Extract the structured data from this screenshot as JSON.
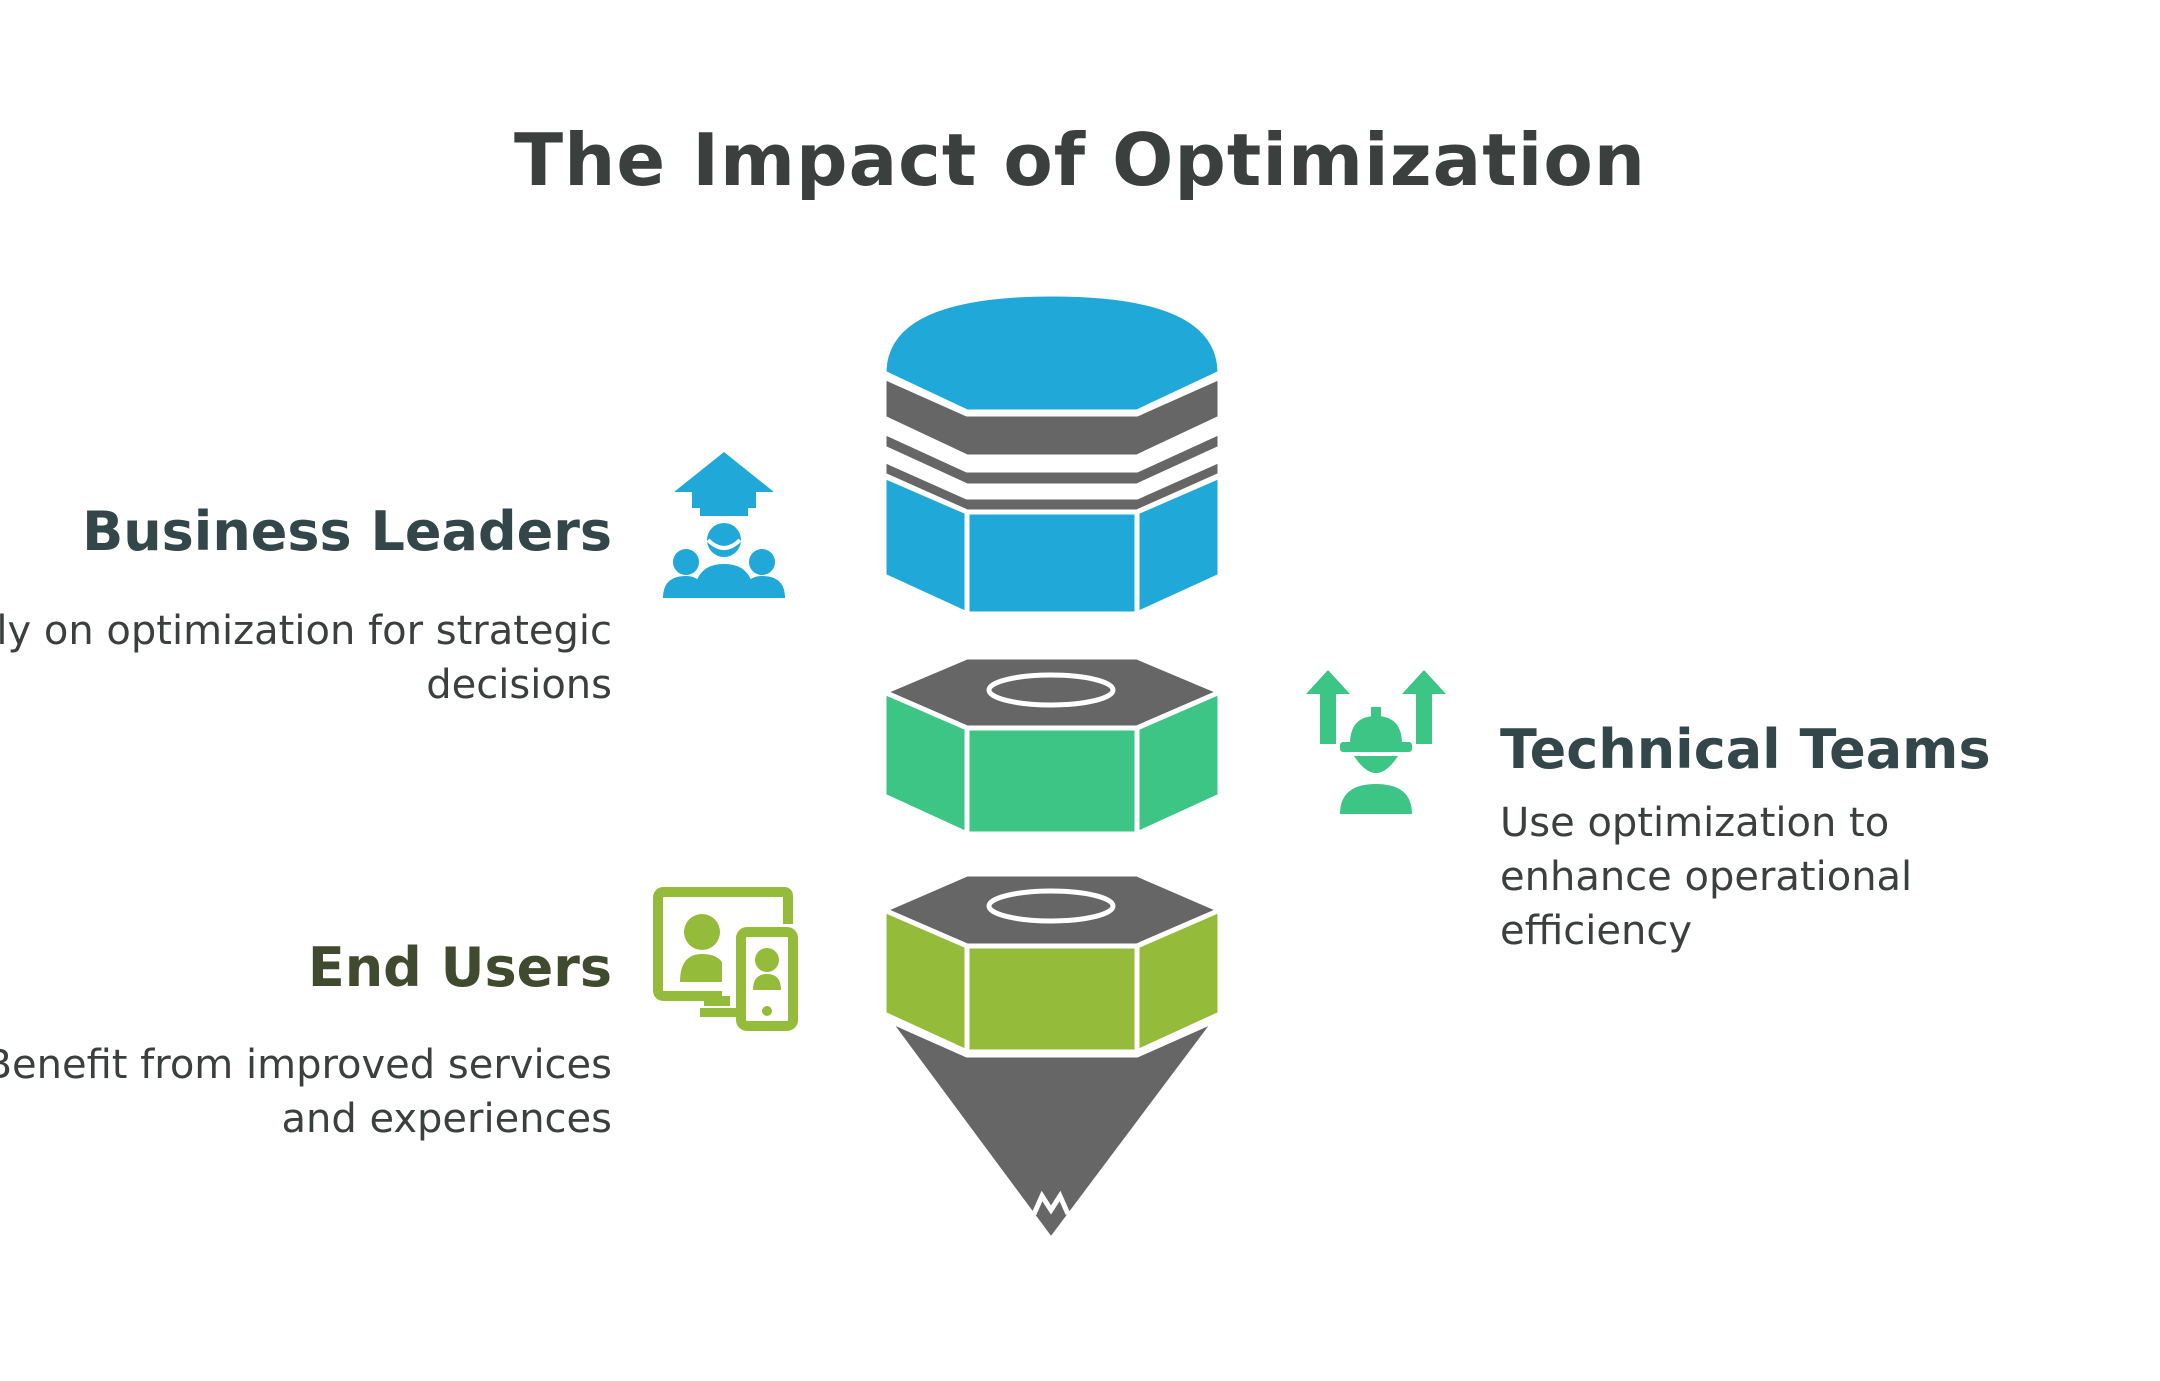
{
  "title": "The Impact of Optimization",
  "sections": [
    {
      "heading": "Business Leaders",
      "description": "Rely on optimization for strategic decisions",
      "icon": "leader-growth-icon",
      "color": "#1fa8d8"
    },
    {
      "heading": "Technical Teams",
      "description": "Use optimization to enhance operational efficiency",
      "icon": "engineer-growth-icon",
      "color": "#3cc585"
    },
    {
      "heading": "End Users",
      "description": "Benefit from improved services and experiences",
      "icon": "devices-icon",
      "color": "#94bc3a"
    }
  ],
  "colors": {
    "blue": "#1fa8d8",
    "green": "#3cc585",
    "lime": "#94bc3a",
    "gray": "#666666",
    "text": "#3b3f3e"
  }
}
